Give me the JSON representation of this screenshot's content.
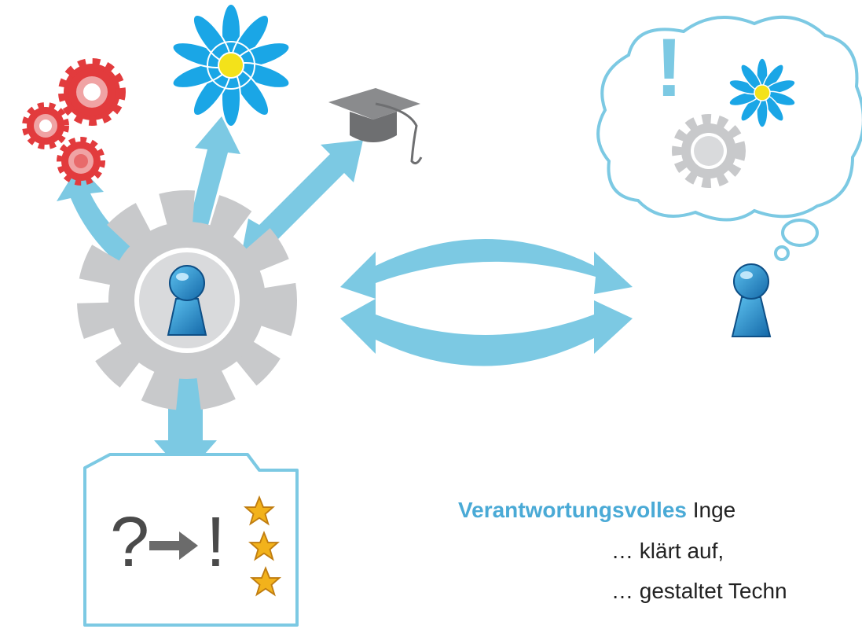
{
  "colors": {
    "accent_blue": "#7cc9e3",
    "keyhole_blue": "#1f86c8",
    "gear_gray": "#c8c9cb",
    "gear_red": "#e23b3d",
    "flower_blue": "#1aa6e6",
    "flower_center": "#f3e21a",
    "star_gold": "#f2b21b"
  },
  "icons": [
    "red-gears-icon",
    "flower-icon",
    "graduation-cap-icon",
    "central-gear-icon",
    "keyhole-icon",
    "document-icon",
    "thought-cloud-icon",
    "person-icon",
    "double-arrow-icon"
  ],
  "document": {
    "question_mark": "?",
    "exclamation_mark": "!"
  },
  "cloud": {
    "exclamation_mark": "!"
  },
  "caption": {
    "emphasis": "Verantwortungsvolles",
    "line1_rest": " Inge",
    "line2": "… klärt auf,",
    "line3": "… gestaltet Techn"
  }
}
